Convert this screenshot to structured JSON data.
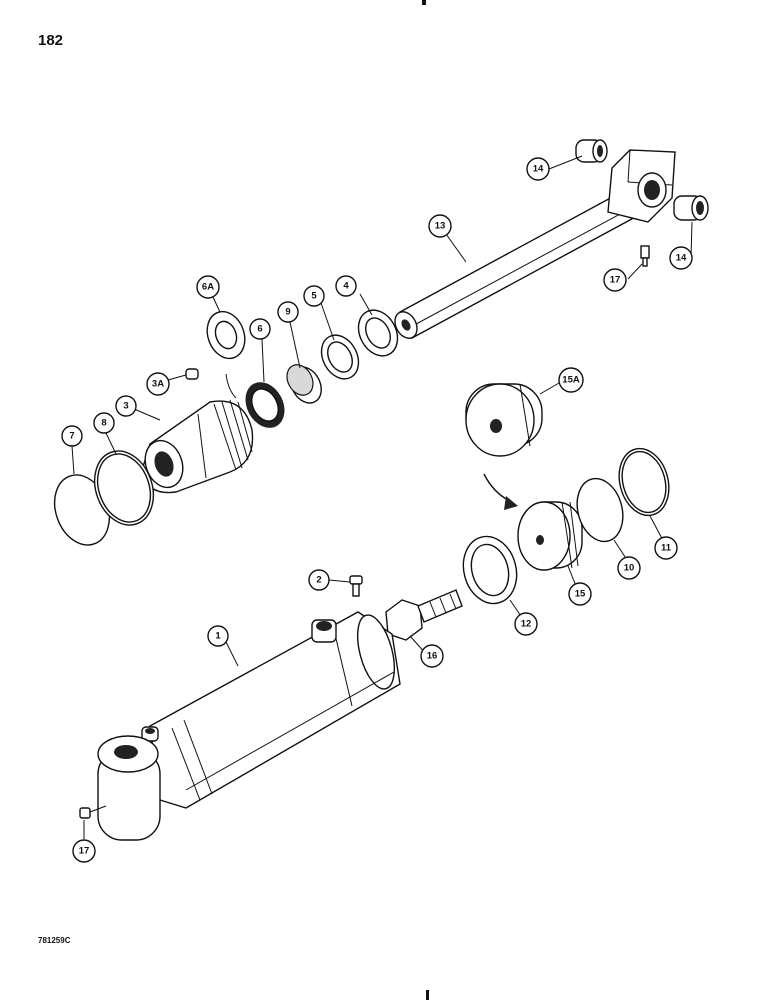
{
  "page": {
    "number": "182",
    "reference_code": "781259C"
  },
  "callouts": [
    {
      "label": "1"
    },
    {
      "label": "2"
    },
    {
      "label": "3"
    },
    {
      "label": "3A"
    },
    {
      "label": "4"
    },
    {
      "label": "5"
    },
    {
      "label": "6"
    },
    {
      "label": "6A"
    },
    {
      "label": "7"
    },
    {
      "label": "8"
    },
    {
      "label": "9"
    },
    {
      "label": "10"
    },
    {
      "label": "11"
    },
    {
      "label": "12"
    },
    {
      "label": "13"
    },
    {
      "label": "14"
    },
    {
      "label": "14"
    },
    {
      "label": "15"
    },
    {
      "label": "15A"
    },
    {
      "label": "16"
    },
    {
      "label": "17"
    },
    {
      "label": "17"
    }
  ]
}
